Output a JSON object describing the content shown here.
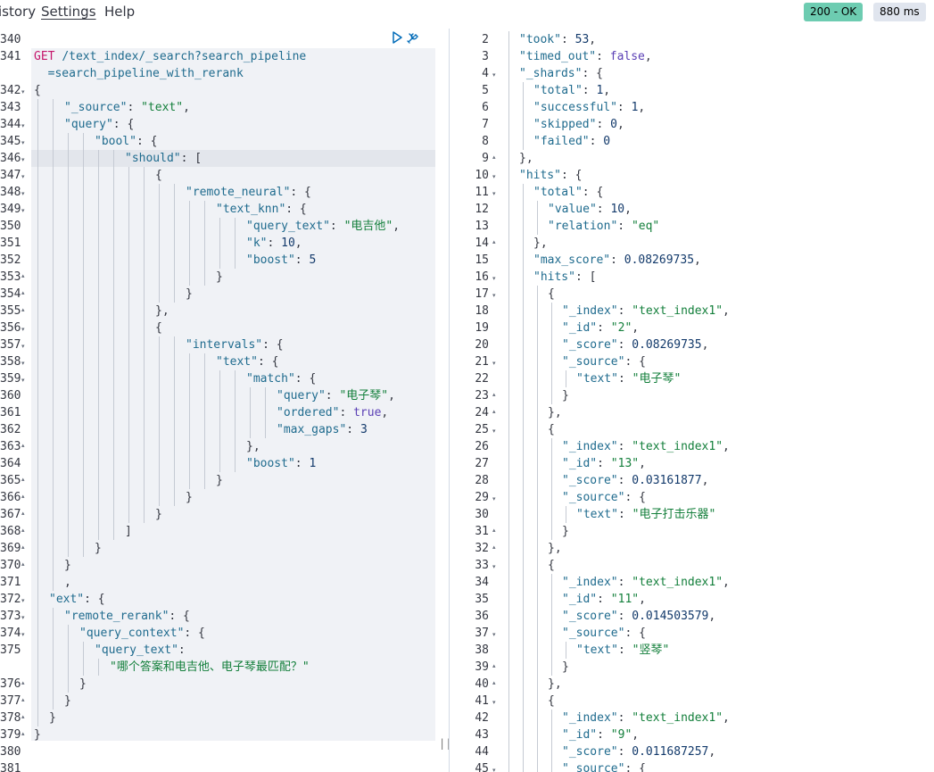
{
  "menu": {
    "history": "istory",
    "settings": "Settings",
    "help": "Help"
  },
  "status": {
    "code": "200 - OK",
    "time": "880 ms"
  },
  "icons": {
    "run": "play-icon",
    "settings": "wrench-icon"
  },
  "request": [
    {
      "n": "340",
      "i": 0,
      "t": []
    },
    {
      "n": "341",
      "i": 0,
      "t": [
        [
          "m",
          "GET"
        ],
        [
          "p",
          " "
        ],
        [
          "u",
          "/text_index/_search?search_pipeline"
        ]
      ]
    },
    {
      "n": "",
      "i": 0,
      "t": [
        [
          "u",
          "  =search_pipeline_with_rerank"
        ]
      ]
    },
    {
      "n": "342",
      "i": 0,
      "f": "v",
      "t": [
        [
          "p",
          "{"
        ]
      ]
    },
    {
      "n": "343",
      "i": 2,
      "t": [
        [
          "k",
          "\"_source\""
        ],
        [
          "p",
          ": "
        ],
        [
          "s",
          "\"text\""
        ],
        [
          "p",
          ","
        ]
      ]
    },
    {
      "n": "344",
      "i": 2,
      "f": "v",
      "t": [
        [
          "k",
          "\"query\""
        ],
        [
          "p",
          ": {"
        ]
      ]
    },
    {
      "n": "345",
      "i": 4,
      "f": "v",
      "t": [
        [
          "k",
          "\"bool\""
        ],
        [
          "p",
          ": {"
        ]
      ]
    },
    {
      "n": "346",
      "i": 6,
      "f": "v",
      "active": true,
      "t": [
        [
          "k",
          "\"should\""
        ],
        [
          "p",
          ": ["
        ]
      ]
    },
    {
      "n": "347",
      "i": 8,
      "f": "v",
      "t": [
        [
          "p",
          "{"
        ]
      ]
    },
    {
      "n": "348",
      "i": 10,
      "f": "v",
      "t": [
        [
          "k",
          "\"remote_neural\""
        ],
        [
          "p",
          ": {"
        ]
      ]
    },
    {
      "n": "349",
      "i": 12,
      "f": "v",
      "t": [
        [
          "k",
          "\"text_knn\""
        ],
        [
          "p",
          ": {"
        ]
      ]
    },
    {
      "n": "350",
      "i": 14,
      "t": [
        [
          "k",
          "\"query_text\""
        ],
        [
          "p",
          ": "
        ],
        [
          "s",
          "\"电吉他\""
        ],
        [
          "p",
          ","
        ]
      ]
    },
    {
      "n": "351",
      "i": 14,
      "t": [
        [
          "k",
          "\"k\""
        ],
        [
          "p",
          ": "
        ],
        [
          "n",
          "10"
        ],
        [
          "p",
          ","
        ]
      ]
    },
    {
      "n": "352",
      "i": 14,
      "t": [
        [
          "k",
          "\"boost\""
        ],
        [
          "p",
          ": "
        ],
        [
          "n",
          "5"
        ]
      ]
    },
    {
      "n": "353",
      "i": 12,
      "f": "^",
      "t": [
        [
          "p",
          "}"
        ]
      ]
    },
    {
      "n": "354",
      "i": 10,
      "f": "^",
      "t": [
        [
          "p",
          "}"
        ]
      ]
    },
    {
      "n": "355",
      "i": 8,
      "f": "^",
      "t": [
        [
          "p",
          "},"
        ]
      ]
    },
    {
      "n": "356",
      "i": 8,
      "f": "v",
      "t": [
        [
          "p",
          "{"
        ]
      ]
    },
    {
      "n": "357",
      "i": 10,
      "f": "v",
      "t": [
        [
          "k",
          "\"intervals\""
        ],
        [
          "p",
          ": {"
        ]
      ]
    },
    {
      "n": "358",
      "i": 12,
      "f": "v",
      "t": [
        [
          "k",
          "\"text\""
        ],
        [
          "p",
          ": {"
        ]
      ]
    },
    {
      "n": "359",
      "i": 14,
      "f": "v",
      "t": [
        [
          "k",
          "\"match\""
        ],
        [
          "p",
          ": {"
        ]
      ]
    },
    {
      "n": "360",
      "i": 16,
      "t": [
        [
          "k",
          "\"query\""
        ],
        [
          "p",
          ": "
        ],
        [
          "s",
          "\"电子琴\""
        ],
        [
          "p",
          ","
        ]
      ]
    },
    {
      "n": "361",
      "i": 16,
      "t": [
        [
          "k",
          "\"ordered\""
        ],
        [
          "p",
          ": "
        ],
        [
          "b",
          "true"
        ],
        [
          "p",
          ","
        ]
      ]
    },
    {
      "n": "362",
      "i": 16,
      "t": [
        [
          "k",
          "\"max_gaps\""
        ],
        [
          "p",
          ": "
        ],
        [
          "n",
          "3"
        ]
      ]
    },
    {
      "n": "363",
      "i": 14,
      "f": "^",
      "t": [
        [
          "p",
          "},"
        ]
      ]
    },
    {
      "n": "364",
      "i": 14,
      "t": [
        [
          "k",
          "\"boost\""
        ],
        [
          "p",
          ": "
        ],
        [
          "n",
          "1"
        ]
      ]
    },
    {
      "n": "365",
      "i": 12,
      "f": "^",
      "t": [
        [
          "p",
          "}"
        ]
      ]
    },
    {
      "n": "366",
      "i": 10,
      "f": "^",
      "t": [
        [
          "p",
          "}"
        ]
      ]
    },
    {
      "n": "367",
      "i": 8,
      "f": "^",
      "t": [
        [
          "p",
          "}"
        ]
      ]
    },
    {
      "n": "368",
      "i": 6,
      "f": "^",
      "t": [
        [
          "p",
          "]"
        ]
      ]
    },
    {
      "n": "369",
      "i": 4,
      "f": "^",
      "t": [
        [
          "p",
          "}"
        ]
      ]
    },
    {
      "n": "370",
      "i": 2,
      "f": "^",
      "t": [
        [
          "p",
          "}"
        ]
      ]
    },
    {
      "n": "371",
      "i": 2,
      "t": [
        [
          "p",
          ","
        ]
      ]
    },
    {
      "n": "372",
      "i": 1,
      "f": "v",
      "t": [
        [
          "k",
          "\"ext\""
        ],
        [
          "p",
          ": {"
        ]
      ]
    },
    {
      "n": "373",
      "i": 2,
      "f": "v",
      "t": [
        [
          "k",
          "\"remote_rerank\""
        ],
        [
          "p",
          ": {"
        ]
      ]
    },
    {
      "n": "374",
      "i": 3,
      "f": "v",
      "t": [
        [
          "k",
          "\"query_context\""
        ],
        [
          "p",
          ": {"
        ]
      ]
    },
    {
      "n": "375",
      "i": 4,
      "t": [
        [
          "k",
          "\"query_text\""
        ],
        [
          "p",
          ":"
        ]
      ]
    },
    {
      "n": "",
      "i": 5,
      "t": [
        [
          "s",
          "\"哪个答案和电吉他、电子琴最匹配？\""
        ]
      ]
    },
    {
      "n": "376",
      "i": 3,
      "f": "^",
      "t": [
        [
          "p",
          "}"
        ]
      ]
    },
    {
      "n": "377",
      "i": 2,
      "f": "^",
      "t": [
        [
          "p",
          "}"
        ]
      ]
    },
    {
      "n": "378",
      "i": 1,
      "f": "^",
      "t": [
        [
          "p",
          "}"
        ]
      ]
    },
    {
      "n": "379",
      "i": 0,
      "f": "^",
      "t": [
        [
          "p",
          "}"
        ]
      ]
    },
    {
      "n": "380",
      "i": 0,
      "t": []
    },
    {
      "n": "381",
      "i": 0,
      "t": []
    }
  ],
  "response": [
    {
      "n": "2",
      "i": 1,
      "t": [
        [
          "k",
          "\"took\""
        ],
        [
          "p",
          ": "
        ],
        [
          "n",
          "53"
        ],
        [
          "p",
          ","
        ]
      ]
    },
    {
      "n": "3",
      "i": 1,
      "t": [
        [
          "k",
          "\"timed_out\""
        ],
        [
          "p",
          ": "
        ],
        [
          "b",
          "false"
        ],
        [
          "p",
          ","
        ]
      ]
    },
    {
      "n": "4",
      "i": 1,
      "f": "v",
      "t": [
        [
          "k",
          "\"_shards\""
        ],
        [
          "p",
          ": {"
        ]
      ]
    },
    {
      "n": "5",
      "i": 2,
      "t": [
        [
          "k",
          "\"total\""
        ],
        [
          "p",
          ": "
        ],
        [
          "n",
          "1"
        ],
        [
          "p",
          ","
        ]
      ]
    },
    {
      "n": "6",
      "i": 2,
      "t": [
        [
          "k",
          "\"successful\""
        ],
        [
          "p",
          ": "
        ],
        [
          "n",
          "1"
        ],
        [
          "p",
          ","
        ]
      ]
    },
    {
      "n": "7",
      "i": 2,
      "t": [
        [
          "k",
          "\"skipped\""
        ],
        [
          "p",
          ": "
        ],
        [
          "n",
          "0"
        ],
        [
          "p",
          ","
        ]
      ]
    },
    {
      "n": "8",
      "i": 2,
      "t": [
        [
          "k",
          "\"failed\""
        ],
        [
          "p",
          ": "
        ],
        [
          "n",
          "0"
        ]
      ]
    },
    {
      "n": "9",
      "i": 1,
      "f": "^",
      "t": [
        [
          "p",
          "},"
        ]
      ]
    },
    {
      "n": "10",
      "i": 1,
      "f": "v",
      "t": [
        [
          "k",
          "\"hits\""
        ],
        [
          "p",
          ": {"
        ]
      ]
    },
    {
      "n": "11",
      "i": 2,
      "f": "v",
      "t": [
        [
          "k",
          "\"total\""
        ],
        [
          "p",
          ": {"
        ]
      ]
    },
    {
      "n": "12",
      "i": 3,
      "t": [
        [
          "k",
          "\"value\""
        ],
        [
          "p",
          ": "
        ],
        [
          "n",
          "10"
        ],
        [
          "p",
          ","
        ]
      ]
    },
    {
      "n": "13",
      "i": 3,
      "t": [
        [
          "k",
          "\"relation\""
        ],
        [
          "p",
          ": "
        ],
        [
          "s",
          "\"eq\""
        ]
      ]
    },
    {
      "n": "14",
      "i": 2,
      "f": "^",
      "t": [
        [
          "p",
          "},"
        ]
      ]
    },
    {
      "n": "15",
      "i": 2,
      "t": [
        [
          "k",
          "\"max_score\""
        ],
        [
          "p",
          ": "
        ],
        [
          "n",
          "0.08269735"
        ],
        [
          "p",
          ","
        ]
      ]
    },
    {
      "n": "16",
      "i": 2,
      "f": "v",
      "t": [
        [
          "k",
          "\"hits\""
        ],
        [
          "p",
          ": ["
        ]
      ]
    },
    {
      "n": "17",
      "i": 3,
      "f": "v",
      "t": [
        [
          "p",
          "{"
        ]
      ]
    },
    {
      "n": "18",
      "i": 4,
      "t": [
        [
          "k",
          "\"_index\""
        ],
        [
          "p",
          ": "
        ],
        [
          "s",
          "\"text_index1\""
        ],
        [
          "p",
          ","
        ]
      ]
    },
    {
      "n": "19",
      "i": 4,
      "t": [
        [
          "k",
          "\"_id\""
        ],
        [
          "p",
          ": "
        ],
        [
          "s",
          "\"2\""
        ],
        [
          "p",
          ","
        ]
      ]
    },
    {
      "n": "20",
      "i": 4,
      "t": [
        [
          "k",
          "\"_score\""
        ],
        [
          "p",
          ": "
        ],
        [
          "n",
          "0.08269735"
        ],
        [
          "p",
          ","
        ]
      ]
    },
    {
      "n": "21",
      "i": 4,
      "f": "v",
      "t": [
        [
          "k",
          "\"_source\""
        ],
        [
          "p",
          ": {"
        ]
      ]
    },
    {
      "n": "22",
      "i": 5,
      "t": [
        [
          "k",
          "\"text\""
        ],
        [
          "p",
          ": "
        ],
        [
          "s",
          "\"电子琴\""
        ]
      ]
    },
    {
      "n": "23",
      "i": 4,
      "f": "^",
      "t": [
        [
          "p",
          "}"
        ]
      ]
    },
    {
      "n": "24",
      "i": 3,
      "f": "^",
      "t": [
        [
          "p",
          "},"
        ]
      ]
    },
    {
      "n": "25",
      "i": 3,
      "f": "v",
      "t": [
        [
          "p",
          "{"
        ]
      ]
    },
    {
      "n": "26",
      "i": 4,
      "t": [
        [
          "k",
          "\"_index\""
        ],
        [
          "p",
          ": "
        ],
        [
          "s",
          "\"text_index1\""
        ],
        [
          "p",
          ","
        ]
      ]
    },
    {
      "n": "27",
      "i": 4,
      "t": [
        [
          "k",
          "\"_id\""
        ],
        [
          "p",
          ": "
        ],
        [
          "s",
          "\"13\""
        ],
        [
          "p",
          ","
        ]
      ]
    },
    {
      "n": "28",
      "i": 4,
      "t": [
        [
          "k",
          "\"_score\""
        ],
        [
          "p",
          ": "
        ],
        [
          "n",
          "0.03161877"
        ],
        [
          "p",
          ","
        ]
      ]
    },
    {
      "n": "29",
      "i": 4,
      "f": "v",
      "t": [
        [
          "k",
          "\"_source\""
        ],
        [
          "p",
          ": {"
        ]
      ]
    },
    {
      "n": "30",
      "i": 5,
      "t": [
        [
          "k",
          "\"text\""
        ],
        [
          "p",
          ": "
        ],
        [
          "s",
          "\"电子打击乐器\""
        ]
      ]
    },
    {
      "n": "31",
      "i": 4,
      "f": "^",
      "t": [
        [
          "p",
          "}"
        ]
      ]
    },
    {
      "n": "32",
      "i": 3,
      "f": "^",
      "t": [
        [
          "p",
          "},"
        ]
      ]
    },
    {
      "n": "33",
      "i": 3,
      "f": "v",
      "t": [
        [
          "p",
          "{"
        ]
      ]
    },
    {
      "n": "34",
      "i": 4,
      "t": [
        [
          "k",
          "\"_index\""
        ],
        [
          "p",
          ": "
        ],
        [
          "s",
          "\"text_index1\""
        ],
        [
          "p",
          ","
        ]
      ]
    },
    {
      "n": "35",
      "i": 4,
      "t": [
        [
          "k",
          "\"_id\""
        ],
        [
          "p",
          ": "
        ],
        [
          "s",
          "\"11\""
        ],
        [
          "p",
          ","
        ]
      ]
    },
    {
      "n": "36",
      "i": 4,
      "t": [
        [
          "k",
          "\"_score\""
        ],
        [
          "p",
          ": "
        ],
        [
          "n",
          "0.014503579"
        ],
        [
          "p",
          ","
        ]
      ]
    },
    {
      "n": "37",
      "i": 4,
      "f": "v",
      "t": [
        [
          "k",
          "\"_source\""
        ],
        [
          "p",
          ": {"
        ]
      ]
    },
    {
      "n": "38",
      "i": 5,
      "t": [
        [
          "k",
          "\"text\""
        ],
        [
          "p",
          ": "
        ],
        [
          "s",
          "\"竖琴\""
        ]
      ]
    },
    {
      "n": "39",
      "i": 4,
      "f": "^",
      "t": [
        [
          "p",
          "}"
        ]
      ]
    },
    {
      "n": "40",
      "i": 3,
      "f": "^",
      "t": [
        [
          "p",
          "},"
        ]
      ]
    },
    {
      "n": "41",
      "i": 3,
      "f": "v",
      "t": [
        [
          "p",
          "{"
        ]
      ]
    },
    {
      "n": "42",
      "i": 4,
      "t": [
        [
          "k",
          "\"_index\""
        ],
        [
          "p",
          ": "
        ],
        [
          "s",
          "\"text_index1\""
        ],
        [
          "p",
          ","
        ]
      ]
    },
    {
      "n": "43",
      "i": 4,
      "t": [
        [
          "k",
          "\"_id\""
        ],
        [
          "p",
          ": "
        ],
        [
          "s",
          "\"9\""
        ],
        [
          "p",
          ","
        ]
      ]
    },
    {
      "n": "44",
      "i": 4,
      "t": [
        [
          "k",
          "\"_score\""
        ],
        [
          "p",
          ": "
        ],
        [
          "n",
          "0.011687257"
        ],
        [
          "p",
          ","
        ]
      ]
    },
    {
      "n": "45",
      "i": 4,
      "f": "v",
      "t": [
        [
          "k",
          "\"_source\""
        ],
        [
          "p",
          ": {"
        ]
      ]
    }
  ],
  "divider": "||"
}
